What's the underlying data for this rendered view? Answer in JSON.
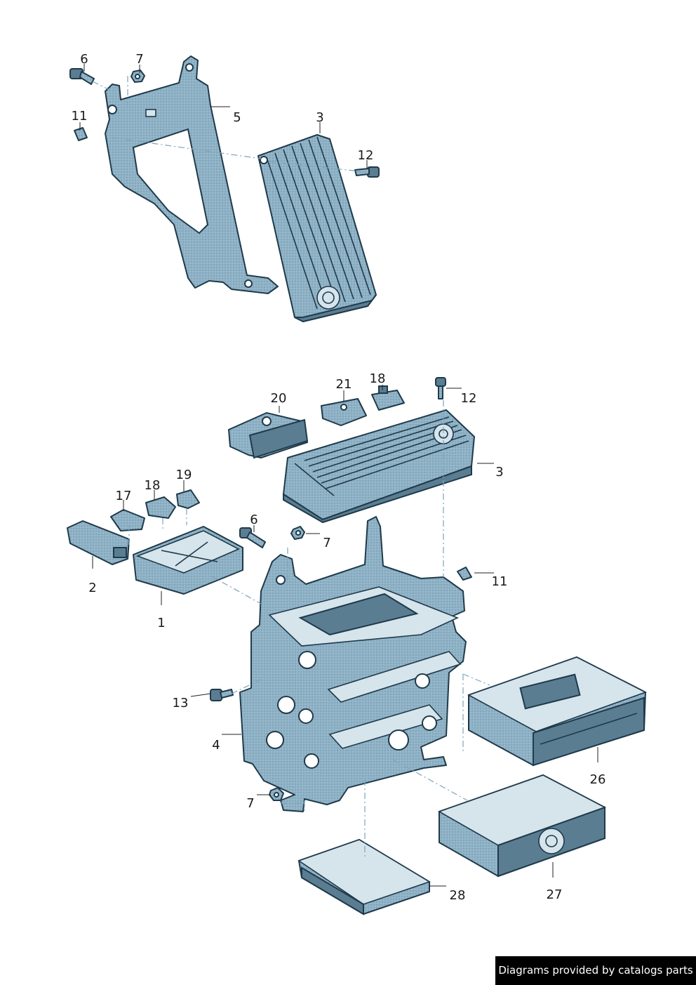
{
  "diagram": {
    "part_labels": [
      "6",
      "7",
      "11",
      "5",
      "3",
      "12",
      "20",
      "21",
      "18",
      "12",
      "3",
      "19",
      "18",
      "17",
      "2",
      "1",
      "6",
      "7",
      "11",
      "13",
      "4",
      "7",
      "26",
      "27",
      "28"
    ]
  },
  "credit": {
    "text": "Diagrams provided by catalogs parts"
  },
  "colors": {
    "part_fill": "#8fb2c6",
    "part_stroke": "#1f3a4a",
    "leader_dash": "#7aa5bd",
    "credit_bg": "#000000"
  }
}
